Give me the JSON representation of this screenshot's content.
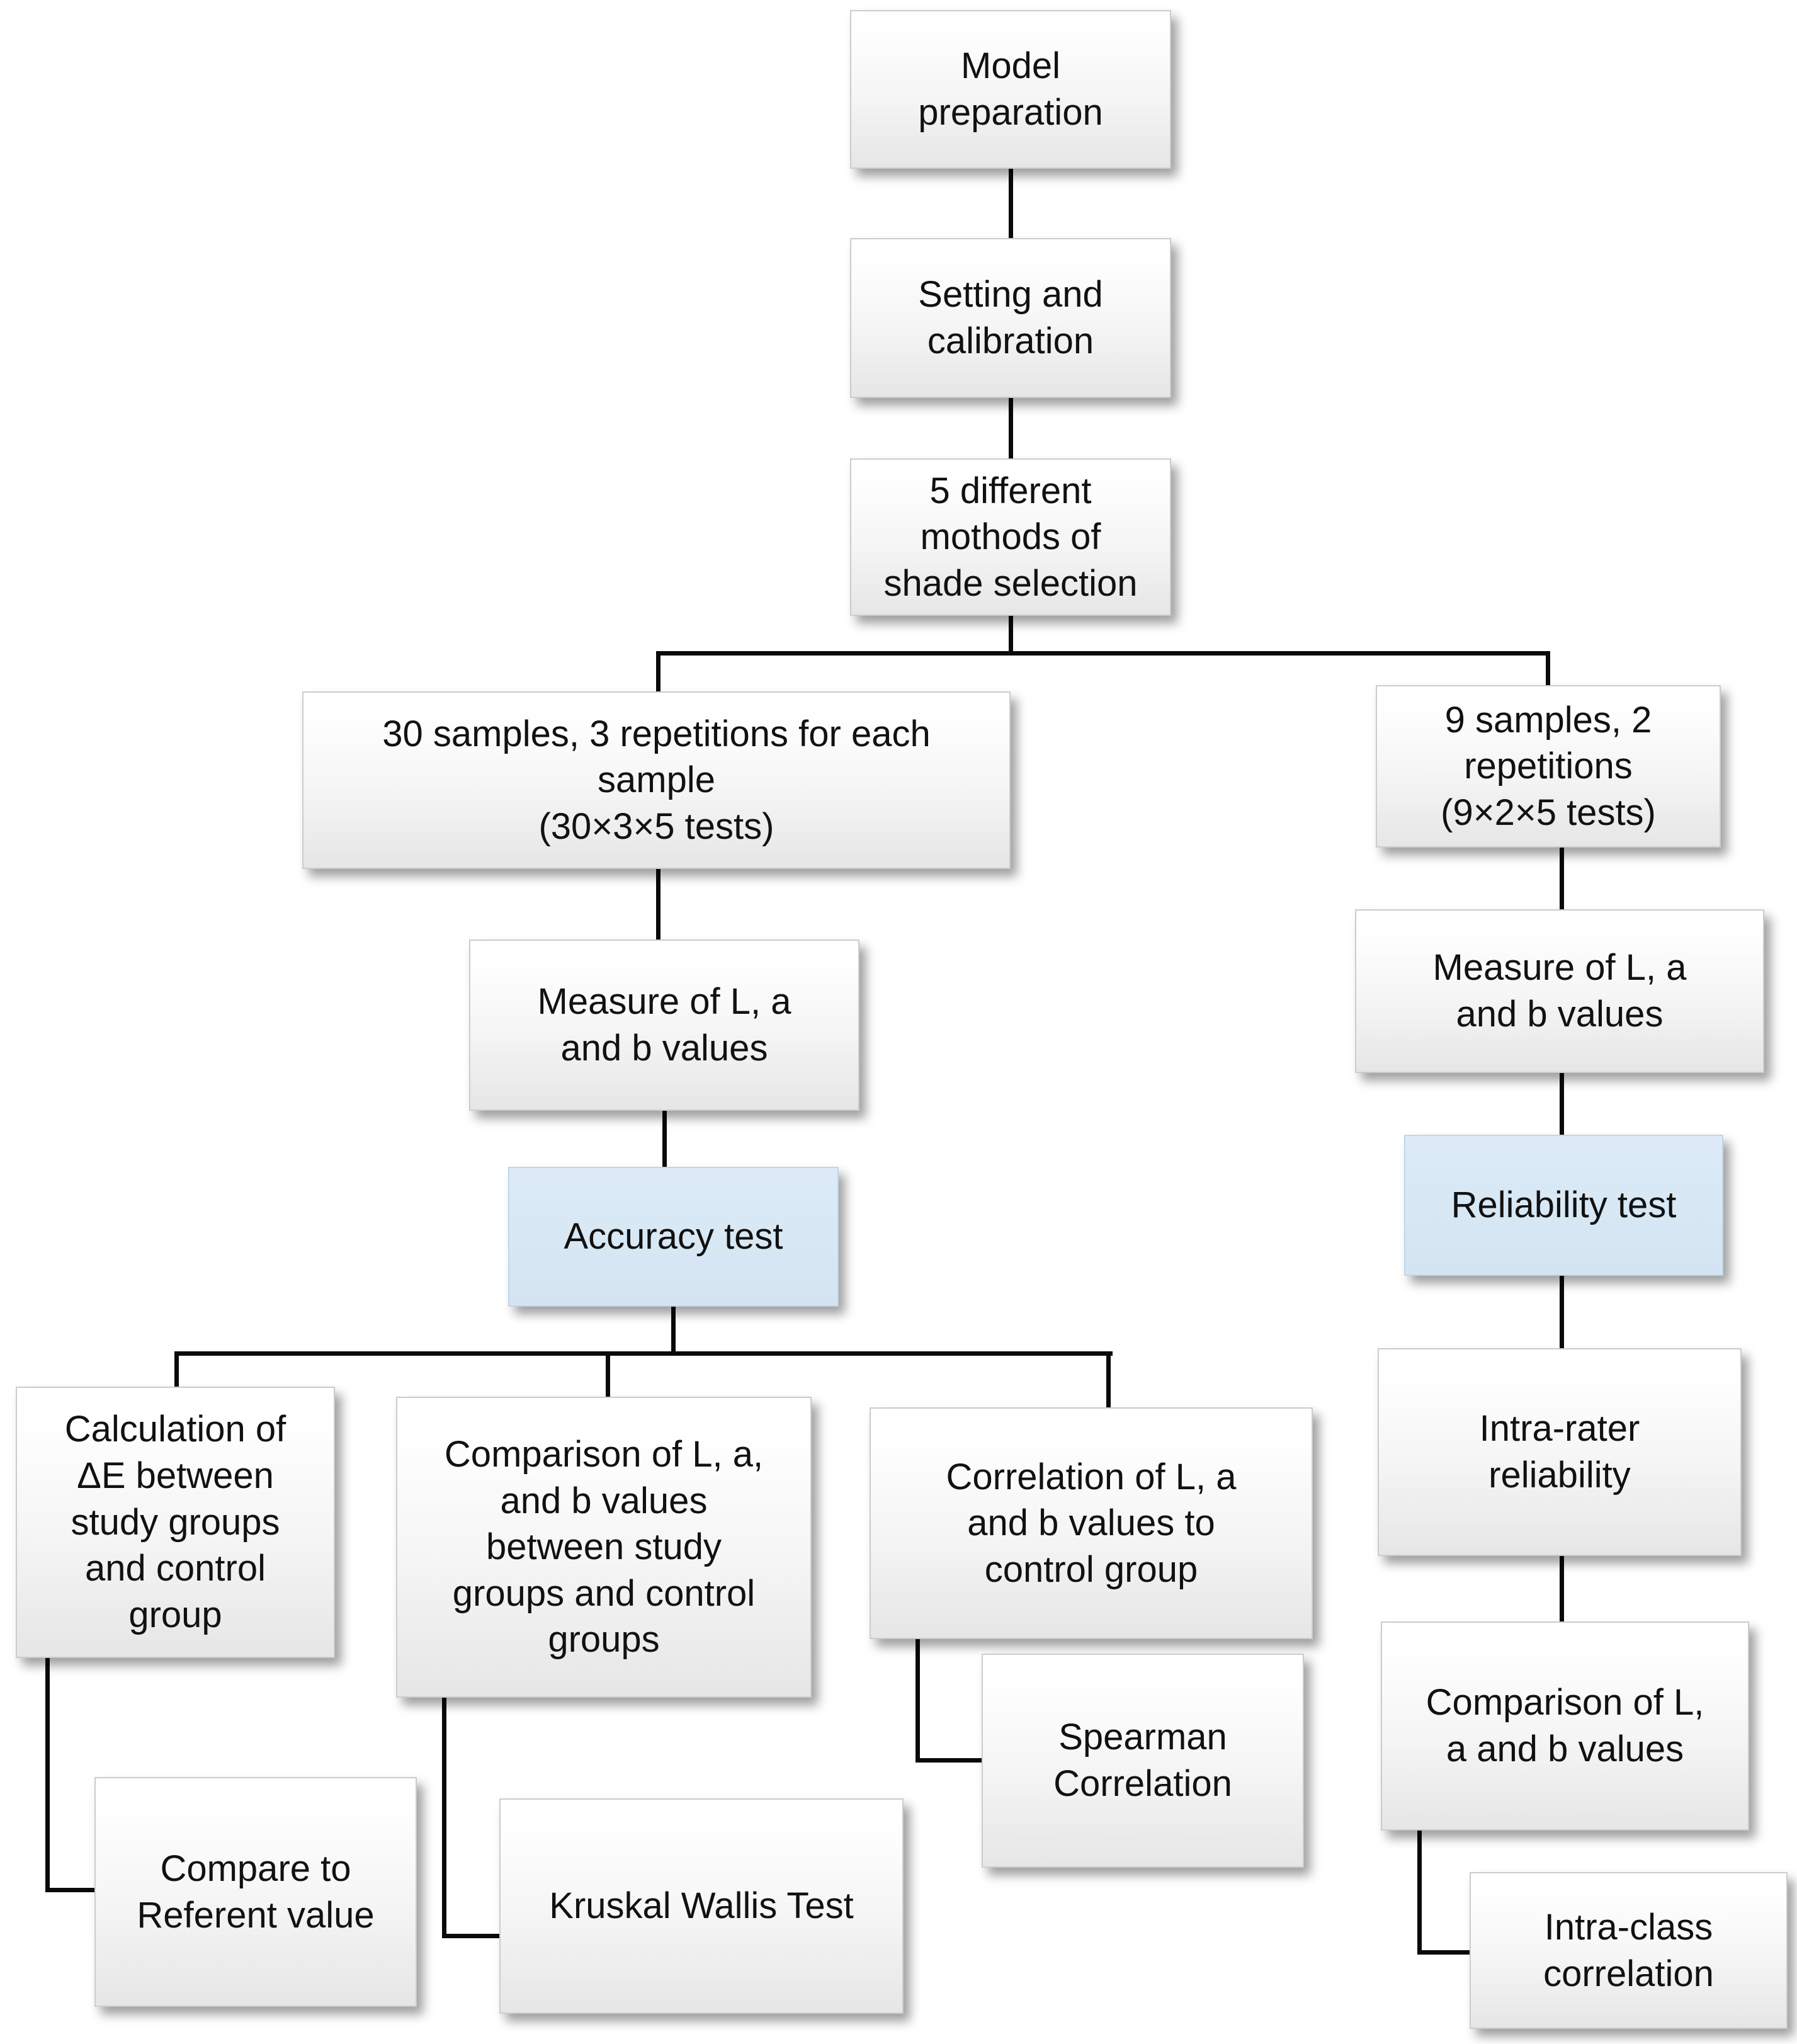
{
  "figure": {
    "type": "flowchart",
    "background": "#ffffff"
  },
  "colors": {
    "box_fill_top": "#ffffff",
    "box_fill_bottom": "#e6e6e6",
    "box_border": "#cccccc",
    "highlight_fill": "#d9e8f6",
    "highlight_border": "#c2d6e8",
    "connector": "#0a0a0a",
    "text": "#111111"
  },
  "nodes": [
    {
      "id": "model-preparation",
      "label": "Model\npreparation",
      "style": "step"
    },
    {
      "id": "setting-calibration",
      "label": "Setting and\ncalibration",
      "style": "step"
    },
    {
      "id": "shade-selection-methods",
      "label": "5 different\nmothods of\nshade selection",
      "style": "step"
    },
    {
      "id": "samples-30",
      "label": "30 samples, 3 repetitions for each\nsample\n(30×3×5 tests)",
      "style": "step"
    },
    {
      "id": "samples-9",
      "label": "9 samples, 2\nrepetitions\n(9×2×5 tests)",
      "style": "step"
    },
    {
      "id": "measure-lab-left",
      "label": "Measure of L, a\nand b values",
      "style": "step"
    },
    {
      "id": "accuracy-test",
      "label": "Accuracy test",
      "style": "highlight"
    },
    {
      "id": "calculation-delta-e",
      "label": "Calculation of\nΔE between\nstudy groups\nand control\ngroup",
      "style": "step"
    },
    {
      "id": "comparison-lab-groups",
      "label": "Comparison of L, a,\nand b values\nbetween study\ngroups and control\ngroups",
      "style": "step"
    },
    {
      "id": "correlation-lab-control",
      "label": "Correlation of L, a\nand b values to\ncontrol group",
      "style": "step"
    },
    {
      "id": "compare-referent-value",
      "label": "Compare to\nReferent value",
      "style": "step"
    },
    {
      "id": "kruskal-wallis-test",
      "label": "Kruskal Wallis Test",
      "style": "step"
    },
    {
      "id": "spearman-correlation",
      "label": "Spearman\nCorrelation",
      "style": "step"
    },
    {
      "id": "measure-lab-right",
      "label": "Measure of L, a\nand b values",
      "style": "step"
    },
    {
      "id": "reliability-test",
      "label": "Reliability test",
      "style": "highlight"
    },
    {
      "id": "intra-rater-reliability",
      "label": "Intra-rater\nreliability",
      "style": "step"
    },
    {
      "id": "comparison-lab-right",
      "label": "Comparison of L,\na and b values",
      "style": "step"
    },
    {
      "id": "intra-class-correlation",
      "label": "Intra-class\ncorrelation",
      "style": "step"
    }
  ],
  "edges": [
    {
      "from": "model-preparation",
      "to": "setting-calibration"
    },
    {
      "from": "setting-calibration",
      "to": "shade-selection-methods"
    },
    {
      "from": "shade-selection-methods",
      "to": "samples-30"
    },
    {
      "from": "shade-selection-methods",
      "to": "samples-9"
    },
    {
      "from": "samples-30",
      "to": "measure-lab-left"
    },
    {
      "from": "measure-lab-left",
      "to": "accuracy-test"
    },
    {
      "from": "accuracy-test",
      "to": "calculation-delta-e"
    },
    {
      "from": "accuracy-test",
      "to": "comparison-lab-groups"
    },
    {
      "from": "accuracy-test",
      "to": "correlation-lab-control"
    },
    {
      "from": "calculation-delta-e",
      "to": "compare-referent-value"
    },
    {
      "from": "comparison-lab-groups",
      "to": "kruskal-wallis-test"
    },
    {
      "from": "correlation-lab-control",
      "to": "spearman-correlation"
    },
    {
      "from": "samples-9",
      "to": "measure-lab-right"
    },
    {
      "from": "measure-lab-right",
      "to": "reliability-test"
    },
    {
      "from": "reliability-test",
      "to": "intra-rater-reliability"
    },
    {
      "from": "intra-rater-reliability",
      "to": "comparison-lab-right"
    },
    {
      "from": "comparison-lab-right",
      "to": "intra-class-correlation"
    }
  ]
}
